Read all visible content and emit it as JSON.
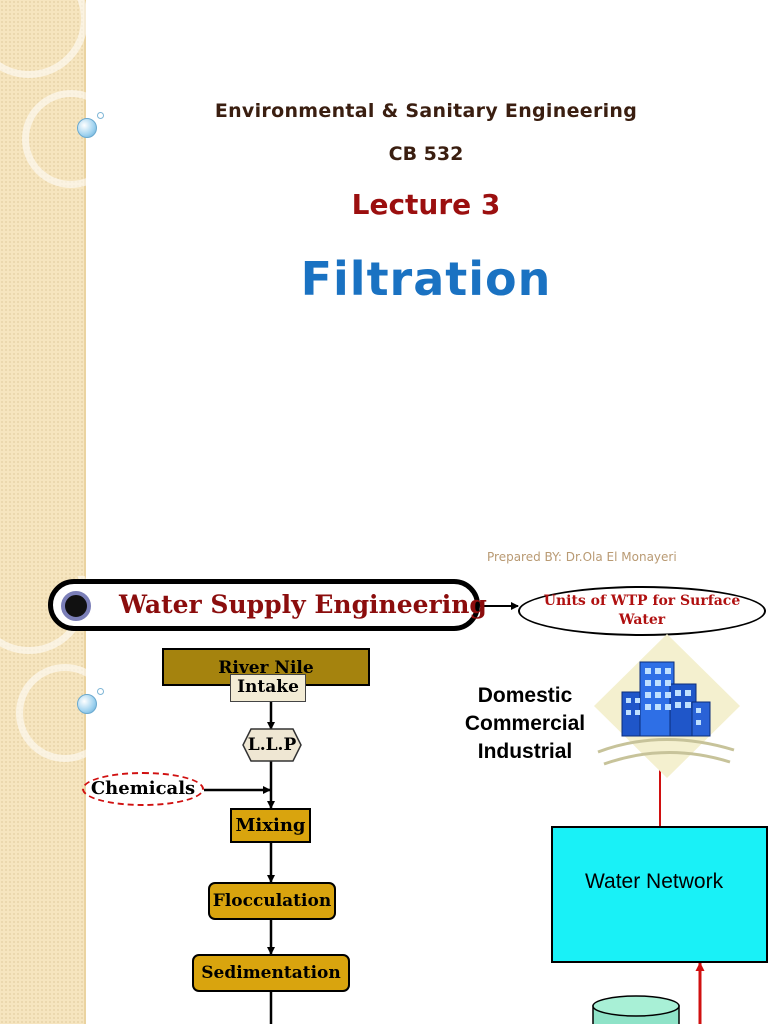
{
  "slide1": {
    "course_title": "Environmental & Sanitary Engineering",
    "course_code": "CB 532",
    "lecture": "Lecture 3",
    "topic": "Filtration",
    "prepared_by": "Prepared BY: Dr.Ola El Monayeri"
  },
  "slide2": {
    "banner_title": "Water Supply Engineering",
    "units_label": "Units of WTP for Surface Water",
    "flow": {
      "river": "River Nile",
      "intake": "Intake",
      "llp": "L.L.P",
      "chemicals": "Chemicals",
      "mixing": "Mixing",
      "flocculation": "Flocculation",
      "sedimentation": "Sedimentation"
    },
    "consumers": [
      "Domestic",
      "Commercial",
      "Industrial"
    ],
    "network": "Water Network"
  },
  "colors": {
    "course_text": "#3a1e10",
    "lecture_red": "#9b0f0f",
    "topic_blue": "#1a72c2",
    "unit_gold": "#d9a40e",
    "river_gold": "#a5830e",
    "network_cyan": "#19f1f7",
    "red_arrow": "#d01010"
  },
  "icons": [
    "city-buildings-icon",
    "storage-tank-icon",
    "bullet-dot-icon"
  ]
}
